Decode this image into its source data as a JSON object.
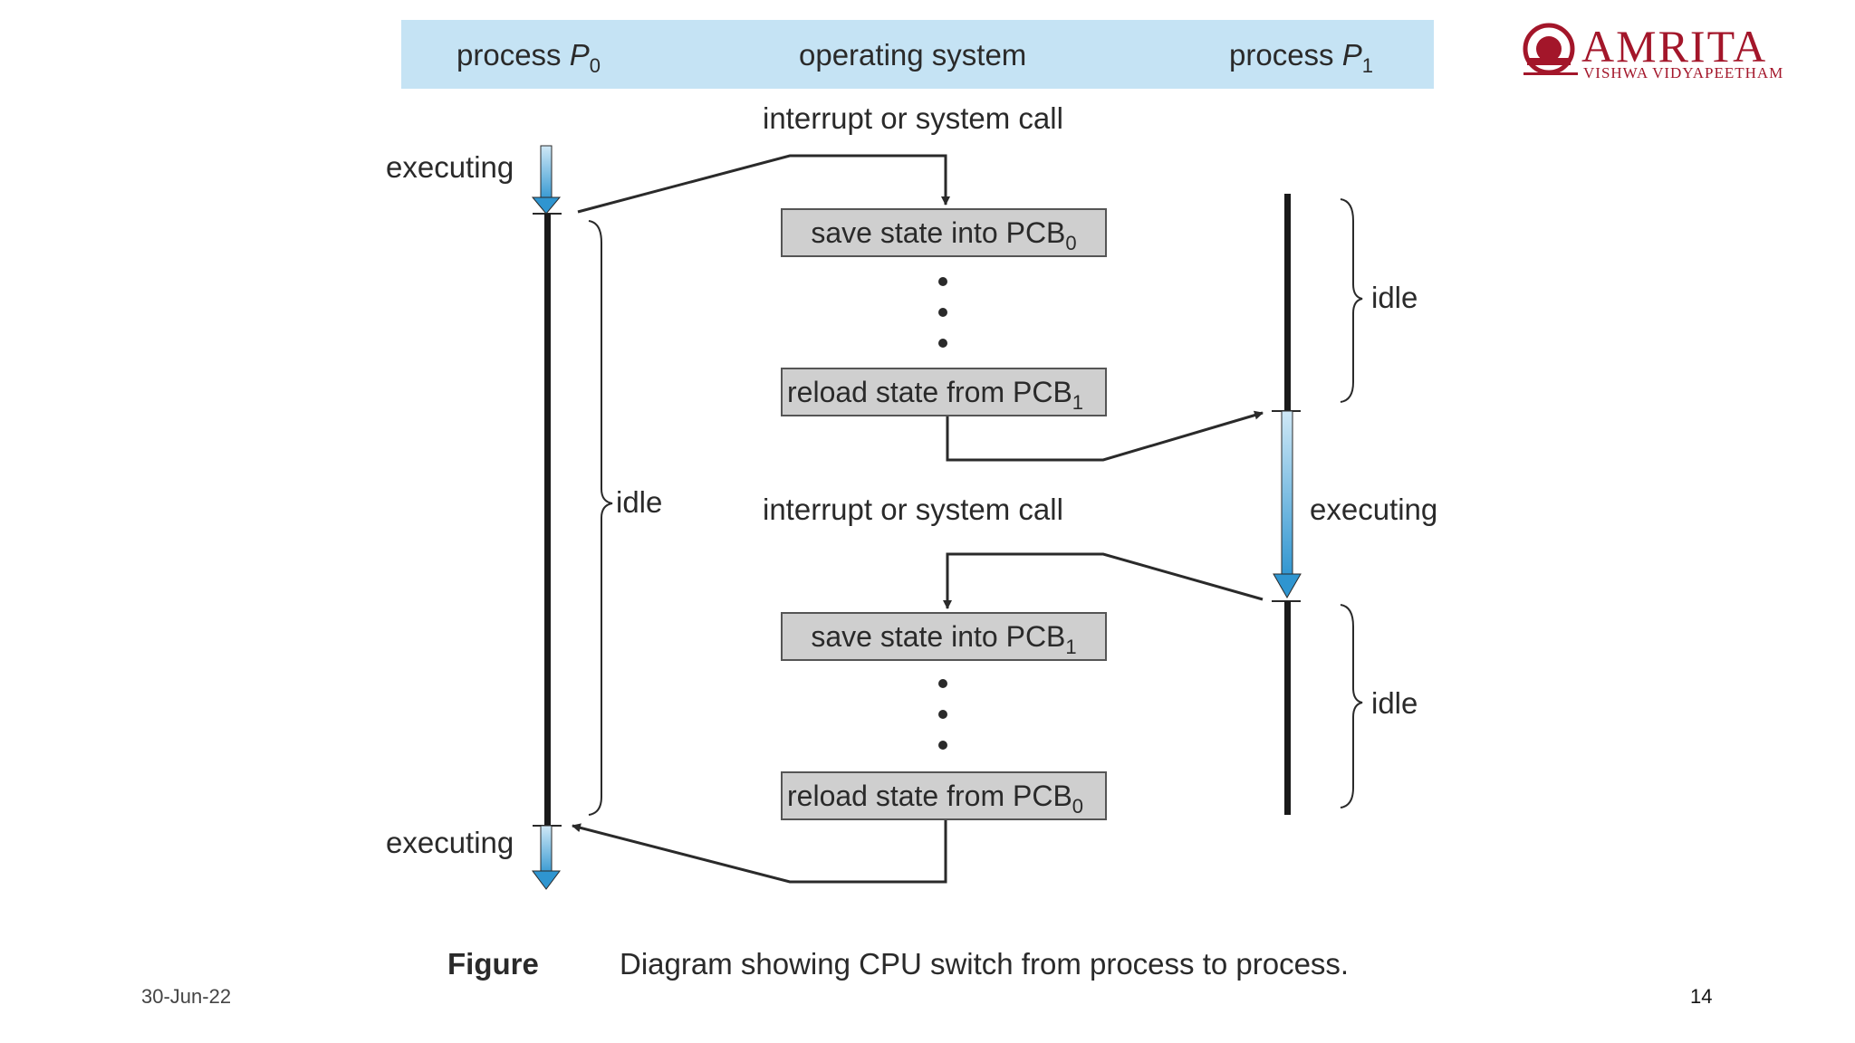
{
  "header": {
    "col_left_label": "process P",
    "col_left_sub": "0",
    "col_center_label": "operating system",
    "col_right_label": "process P",
    "col_right_sub": "1"
  },
  "diagram": {
    "interrupt_top": "interrupt or system call",
    "interrupt_mid": "interrupt or system call",
    "p0_executing_top": "executing",
    "p0_executing_bottom": "executing",
    "p0_idle": "idle",
    "p1_idle_top": "idle",
    "p1_executing": "executing",
    "p1_idle_bottom": "idle",
    "box1_text": "save state into PCB",
    "box1_sub": "0",
    "box2_text": "reload state from PCB",
    "box2_sub": "1",
    "box3_text": "save state into PCB",
    "box3_sub": "1",
    "box4_text": "reload state from PCB",
    "box4_sub": "0"
  },
  "figure": {
    "label": "Figure",
    "caption": "Diagram showing CPU switch from process to process."
  },
  "footer": {
    "date": "30-Jun-22",
    "page_number": "14"
  },
  "logo": {
    "name": "AMRITA",
    "subtitle": "VISHWA VIDYAPEETHAM",
    "brand_color": "#a3162a"
  },
  "colors": {
    "header_band": "#c5e3f4",
    "box_fill": "#cfcfcf",
    "arrow_blue": "#3a9fd6"
  }
}
